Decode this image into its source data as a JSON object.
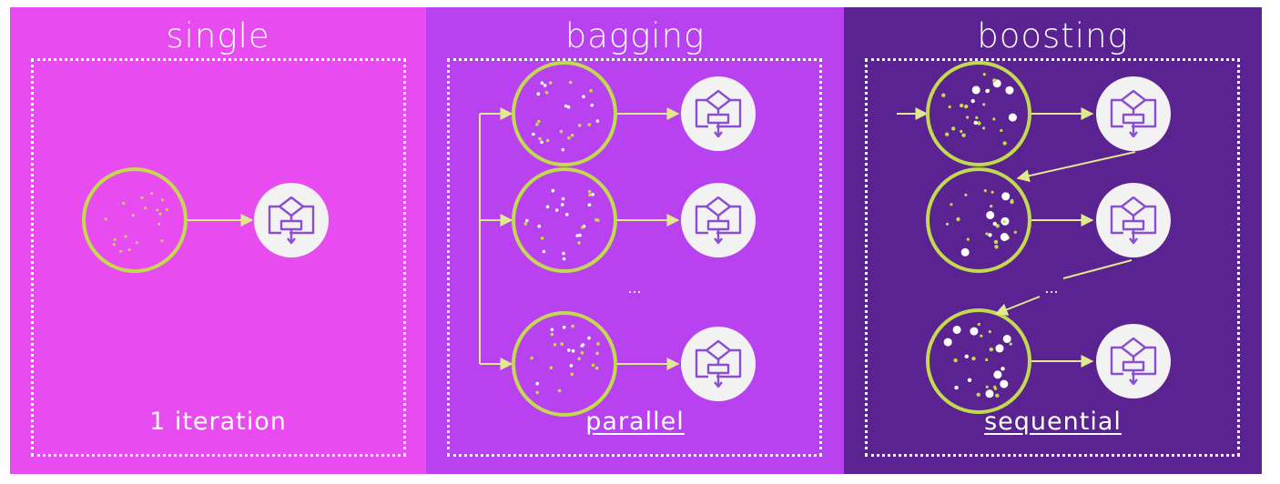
{
  "panels": {
    "single": {
      "title": "single",
      "caption": "1 iteration",
      "background": "#e84cf0"
    },
    "bagging": {
      "title": "bagging",
      "caption": "parallel",
      "background": "#b942f0"
    },
    "boosting": {
      "title": "boosting",
      "caption": "sequential",
      "background": "#5a2391"
    }
  },
  "ellipsis": "...",
  "icons": {
    "dataset": "dataset-circle-icon",
    "model": "flowchart-model-icon"
  },
  "colors": {
    "accent": "#c3da4f",
    "white": "#ffffff",
    "model_bg": "#f2f2f2",
    "model_stroke": "#8a4fd0"
  }
}
